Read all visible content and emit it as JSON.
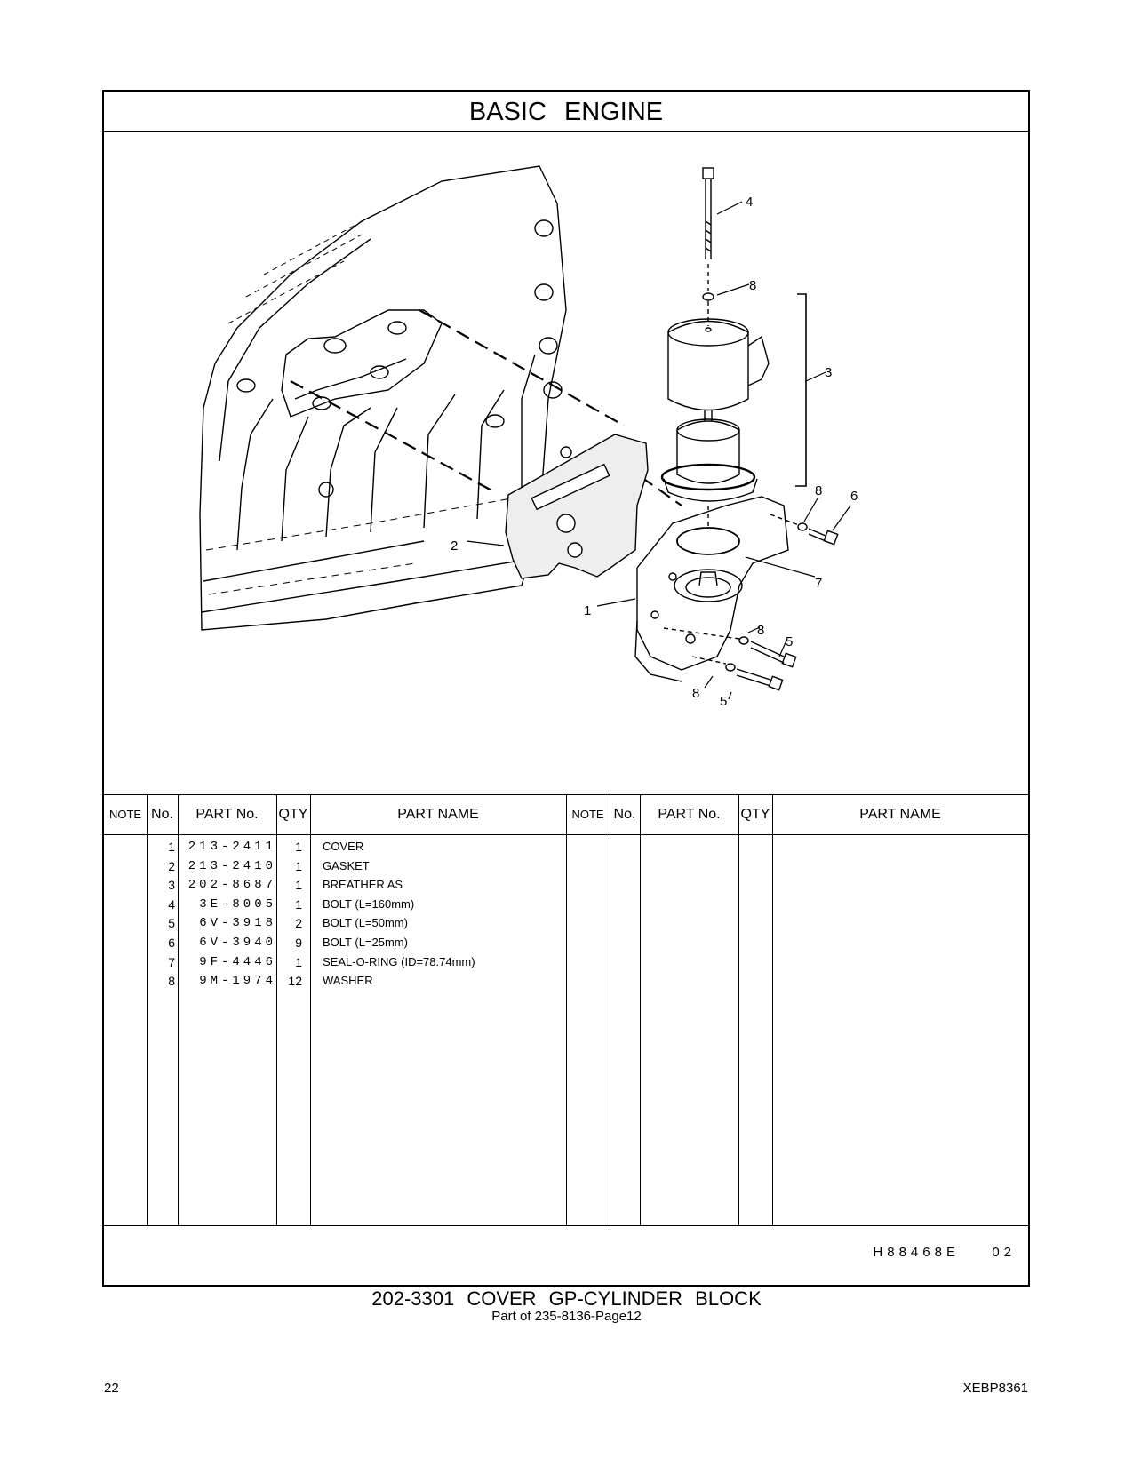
{
  "section_title": "BASIC  ENGINE",
  "table_headers": {
    "note": "NOTE",
    "no": "No.",
    "part_no": "PART No.",
    "qty": "QTY",
    "part_name": "PART NAME"
  },
  "parts": [
    {
      "no": "1",
      "part_no": "213-2411",
      "qty": "1",
      "name": "COVER"
    },
    {
      "no": "2",
      "part_no": "213-2410",
      "qty": "1",
      "name": "GASKET"
    },
    {
      "no": "3",
      "part_no": "202-8687",
      "qty": "1",
      "name": "BREATHER  AS"
    },
    {
      "no": "4",
      "part_no": "3E-8005",
      "qty": "1",
      "name": "BOLT (L=160mm)"
    },
    {
      "no": "5",
      "part_no": "6V-3918",
      "qty": "2",
      "name": "BOLT (L=50mm)"
    },
    {
      "no": "6",
      "part_no": "6V-3940",
      "qty": "9",
      "name": "BOLT (L=25mm)"
    },
    {
      "no": "7",
      "part_no": "9F-4446",
      "qty": "1",
      "name": "SEAL-O-RING (ID=78.74mm)"
    },
    {
      "no": "8",
      "part_no": "9M-1974",
      "qty": "12",
      "name": "WASHER"
    }
  ],
  "callouts": [
    "4",
    "8",
    "3",
    "8",
    "6",
    "2",
    "7",
    "1",
    "8",
    "5",
    "8",
    "5"
  ],
  "illustration_code": "H88468E",
  "illustration_rev": "02",
  "caption": "202-3301  COVER  GP-CYLINDER  BLOCK",
  "subcaption": "Part of 235-8136-Page12",
  "page_number": "22",
  "document_id": "XEBP8361"
}
